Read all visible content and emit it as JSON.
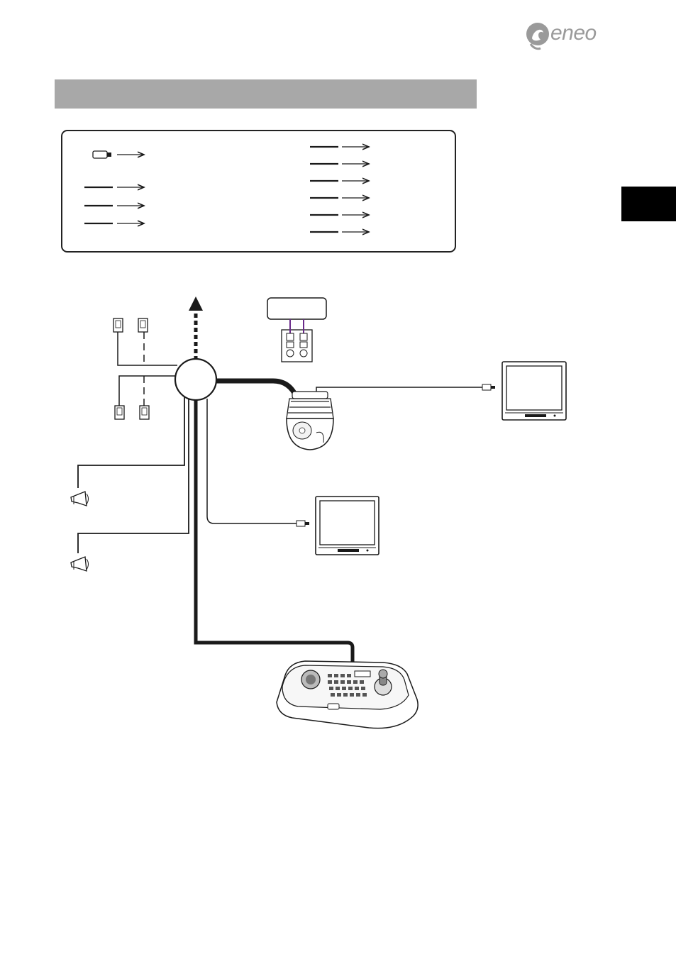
{
  "header": {
    "brand_name": "eneo"
  },
  "colors": {
    "section_bar": "#a8a8a8",
    "side_tab": "#000000",
    "line": "#1a1a1a",
    "alarm_wire": "#6a2a8a"
  },
  "legend": {
    "left_rows": [
      {
        "line_style": "usb-connector"
      },
      {
        "line_style": "solid"
      },
      {
        "line_style": "solid"
      },
      {
        "line_style": "solid"
      }
    ],
    "right_rows": [
      {
        "line_style": "solid"
      },
      {
        "line_style": "solid"
      },
      {
        "line_style": "solid"
      },
      {
        "line_style": "solid"
      },
      {
        "line_style": "solid"
      },
      {
        "line_style": "solid"
      }
    ]
  },
  "diagram": {
    "nodes": [
      {
        "name": "network-hub",
        "icon": "circle"
      },
      {
        "name": "network-uplink",
        "icon": "dotted-arrow-up"
      },
      {
        "name": "alarm-box",
        "icon": "alarm-terminal"
      },
      {
        "name": "sensor-1",
        "icon": "sensor-icon"
      },
      {
        "name": "sensor-2",
        "icon": "sensor-icon"
      },
      {
        "name": "sensor-3",
        "icon": "sensor-icon"
      },
      {
        "name": "sensor-4",
        "icon": "sensor-icon"
      },
      {
        "name": "siren-1",
        "icon": "siren-icon"
      },
      {
        "name": "siren-2",
        "icon": "siren-icon"
      },
      {
        "name": "ptz-dome-camera",
        "icon": "dome-camera-icon"
      },
      {
        "name": "monitor-1",
        "icon": "monitor-icon"
      },
      {
        "name": "monitor-2",
        "icon": "monitor-icon"
      },
      {
        "name": "control-keyboard",
        "icon": "keyboard-joystick-icon"
      }
    ]
  }
}
